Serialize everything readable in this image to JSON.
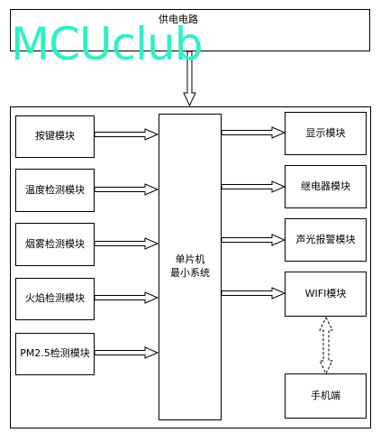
{
  "power_supply": {
    "label": "供电电路"
  },
  "watermark": {
    "text": "MCUclub",
    "color": "#2ef0c6"
  },
  "mcu": {
    "line1": "单片机",
    "line2": "最小系统"
  },
  "inputs": [
    {
      "label": "按键模块"
    },
    {
      "label": "温度检测模块"
    },
    {
      "label": "烟雾检测模块"
    },
    {
      "label": "火焰检测模块"
    },
    {
      "label": "PM2.5检测模块"
    }
  ],
  "outputs": [
    {
      "label": "显示模块"
    },
    {
      "label": "继电器模块"
    },
    {
      "label": "声光报警模块"
    },
    {
      "label": "WIFI模块"
    }
  ],
  "phone": {
    "label": "手机端"
  }
}
